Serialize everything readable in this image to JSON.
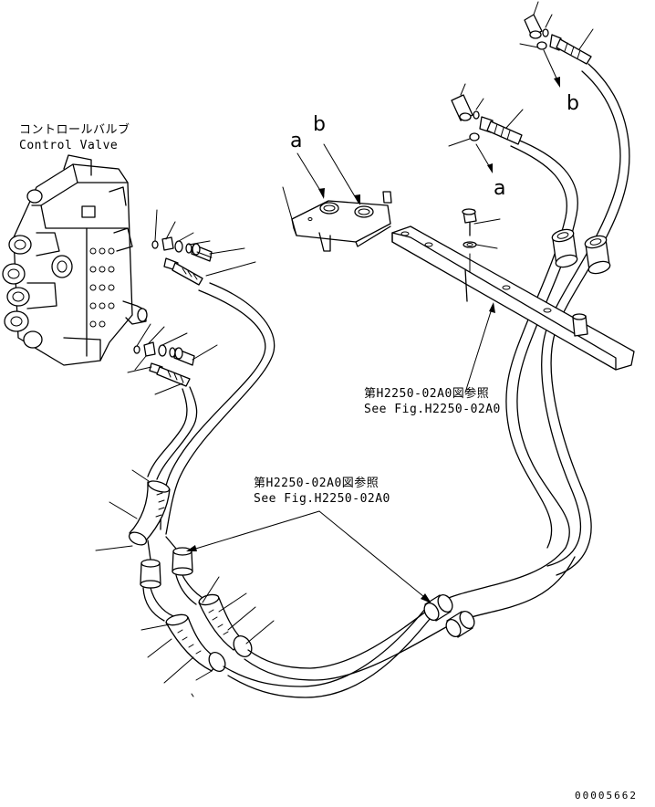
{
  "labels": {
    "control_valve_jp": "コントロールバルブ",
    "control_valve_en": "Control Valve",
    "ref1_jp": "第H2250-02A0図参照",
    "ref1_en": "See Fig.H2250-02A0",
    "ref2_jp": "第H2250-02A0図参照",
    "ref2_en": "See Fig.H2250-02A0",
    "letter_a_upper": "a",
    "letter_b_upper": "b",
    "letter_a_arrow": "a",
    "letter_b_arrow": "b",
    "doc_number": "00005662"
  },
  "colors": {
    "line": "#000000",
    "background": "#ffffff"
  }
}
